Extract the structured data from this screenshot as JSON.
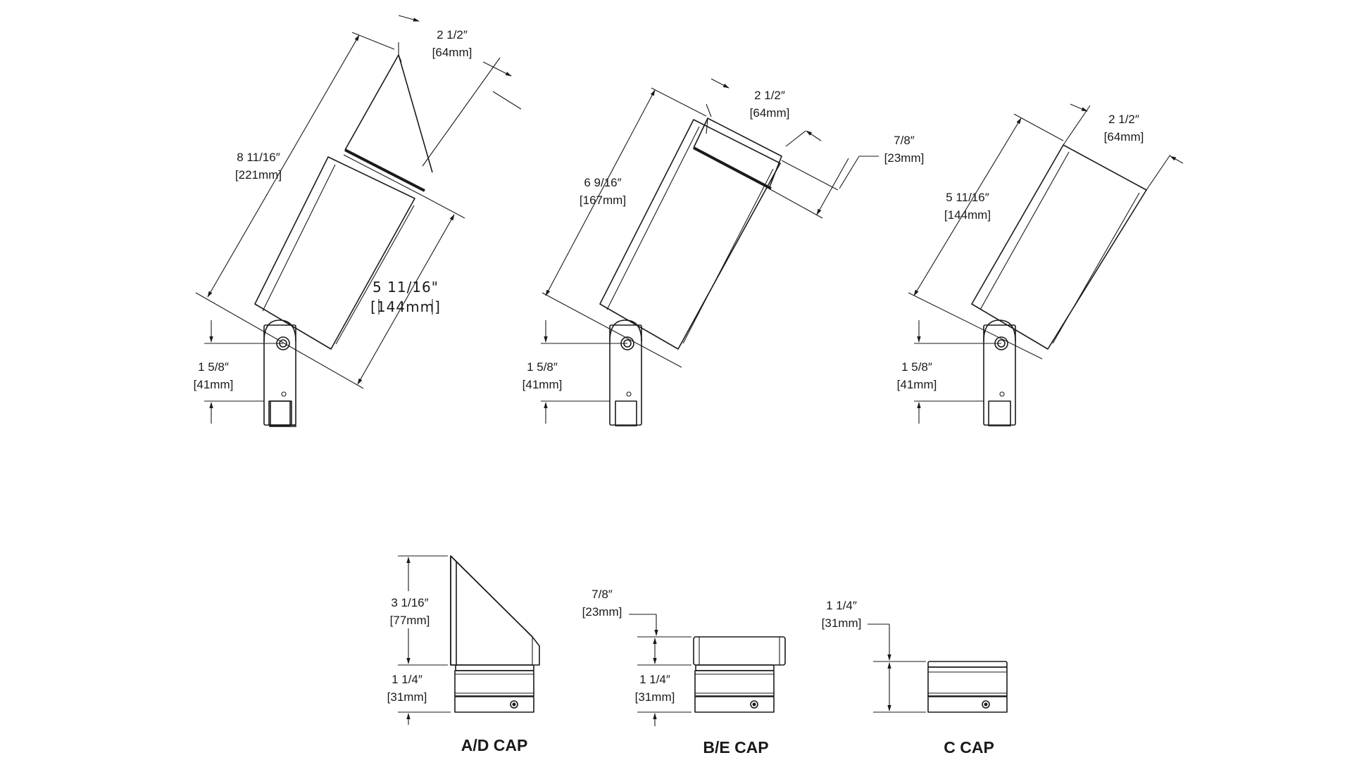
{
  "fixtures": [
    {
      "name": "A/D",
      "dims": {
        "overall": [
          "8 11/16″",
          "[221mm]"
        ],
        "cap_width": [
          "2 1/2″",
          "[64mm]"
        ],
        "body": [
          "5 11/16\"",
          "[144mm]"
        ],
        "mount": [
          "1 5/8″",
          "[41mm]"
        ]
      }
    },
    {
      "name": "B/E",
      "dims": {
        "overall": [
          "6 9/16″",
          "[167mm]"
        ],
        "cap_width": [
          "2 1/2″",
          "[64mm]"
        ],
        "cap_height": [
          "7/8″",
          "[23mm]"
        ],
        "mount": [
          "1 5/8″",
          "[41mm]"
        ]
      }
    },
    {
      "name": "C",
      "dims": {
        "overall": [
          "5 11/16″",
          "[144mm]"
        ],
        "cap_width": [
          "2 1/2″",
          "[64mm]"
        ],
        "mount": [
          "1 5/8″",
          "[41mm]"
        ]
      }
    }
  ],
  "caps": [
    {
      "label": "A/D CAP",
      "upper": [
        "3 1/16″",
        "[77mm]"
      ],
      "lower": [
        "1 1/4″",
        "[31mm]"
      ]
    },
    {
      "label": "B/E CAP",
      "upper": [
        "7/8″",
        "[23mm]"
      ],
      "lower": [
        "1 1/4″",
        "[31mm]"
      ]
    },
    {
      "label": "C CAP",
      "upper": [
        "1 1/4″",
        "[31mm]"
      ]
    }
  ]
}
